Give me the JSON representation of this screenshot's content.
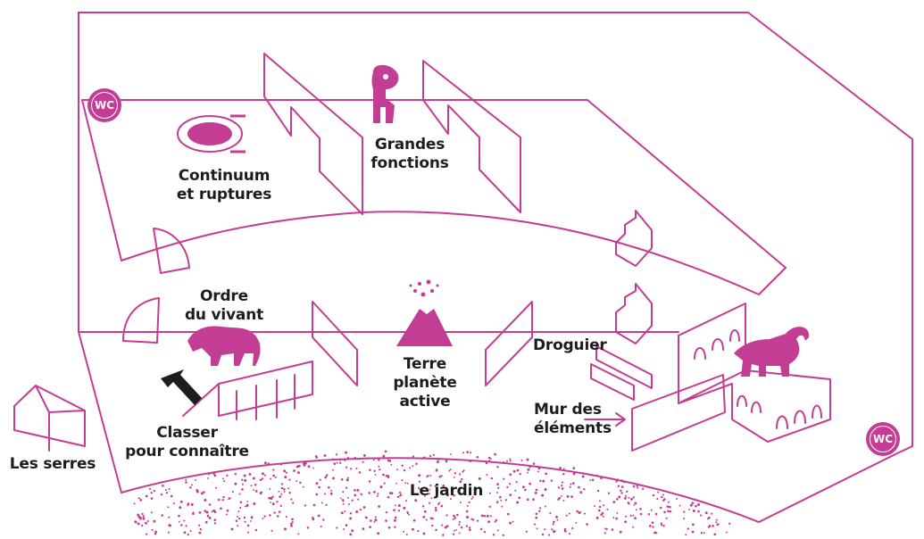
{
  "colors": {
    "accent": "#c33d94",
    "text": "#1d1d1b",
    "background": "#ffffff"
  },
  "icons": [
    "wc-icon",
    "trilobite-icon",
    "figure-icon",
    "staircase-icon",
    "bear-icon",
    "volcano-icon",
    "elephant-icon",
    "arrow-icon",
    "greenhouse-icon"
  ],
  "areas": {
    "continuum": "Continuum\net ruptures",
    "grandes_fonctions": "Grandes\nfonctions",
    "ordre_vivant": "Ordre\ndu vivant",
    "terre": "Terre\nplanète\nactive",
    "droguier": "Droguier",
    "mur": "Mur des\néléments",
    "classer": "Classer\npour connaître",
    "serres": "Les serres",
    "jardin": "Le jardin"
  },
  "wc_label": "WC"
}
